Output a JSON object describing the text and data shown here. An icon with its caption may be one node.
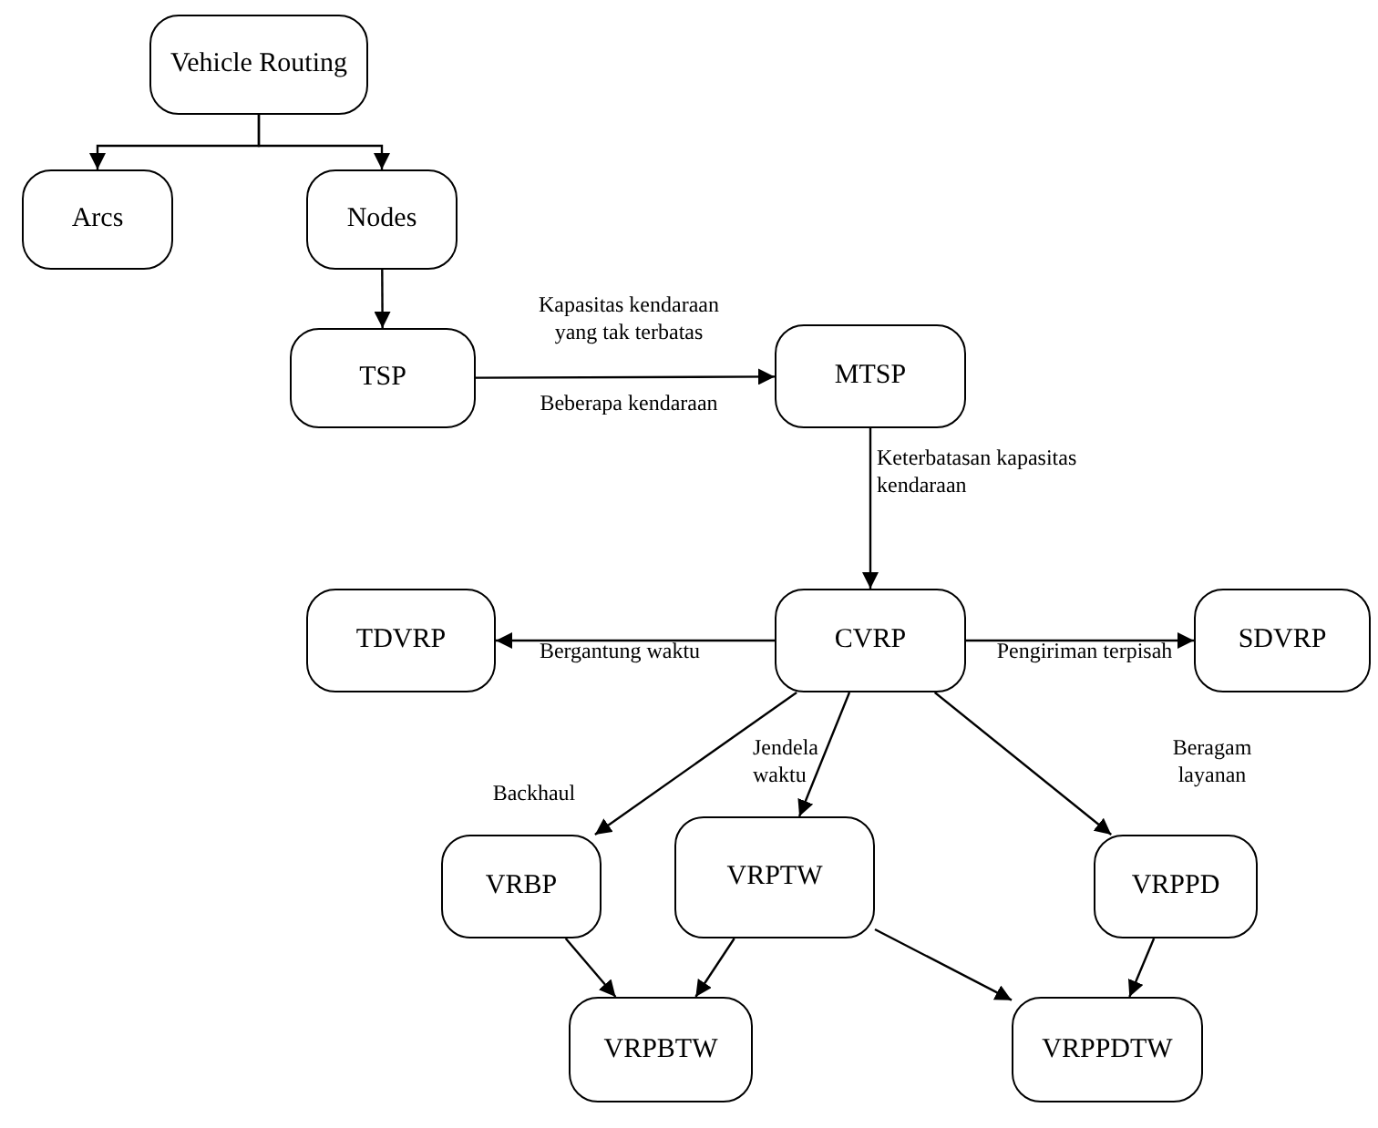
{
  "diagram": {
    "nodes": [
      {
        "text": [
          "Vehicle Routing"
        ]
      },
      {
        "text": [
          "Arcs"
        ]
      },
      {
        "text": [
          "Nodes"
        ]
      },
      {
        "text": [
          "TSP"
        ]
      },
      {
        "text": [
          "MTSP"
        ]
      },
      {
        "text": [
          "TDVRP"
        ]
      },
      {
        "text": [
          "CVRP"
        ]
      },
      {
        "text": [
          "SDVRP"
        ]
      },
      {
        "text": [
          "VRBP"
        ]
      },
      {
        "text": [
          "VRPTW"
        ]
      },
      {
        "text": [
          "VRPPD"
        ]
      },
      {
        "text": [
          "VRPBTW"
        ]
      },
      {
        "text": [
          "VRPPDTW"
        ]
      }
    ],
    "edges": [
      {
        "from": 0,
        "to": 1,
        "arrow": "to"
      },
      {
        "from": 0,
        "to": 2,
        "arrow": "to"
      },
      {
        "from": 2,
        "to": 3,
        "arrow": "to"
      },
      {
        "from": 3,
        "to": 4,
        "arrow": "to",
        "label": "Kapasitas kendaraan yang tak terbatas"
      },
      {
        "from": 4,
        "to": 6,
        "arrow": "to",
        "label": "Keterbatasan kapasitas kendaraan"
      },
      {
        "from": 6,
        "to": 5,
        "arrow": "to",
        "label": "Bergantung waktu"
      },
      {
        "from": 6,
        "to": 7,
        "arrow": "to",
        "label": "Pengiriman terpisah"
      },
      {
        "from": 6,
        "to": 8,
        "arrow": "to",
        "label": "Backhaul"
      },
      {
        "from": 6,
        "to": 9,
        "arrow": "to",
        "label": "Jendela waktu"
      },
      {
        "from": 6,
        "to": 10,
        "arrow": "to",
        "label": "Beragam layanan"
      },
      {
        "from": 8,
        "to": 11,
        "arrow": "to"
      },
      {
        "from": 9,
        "to": 11,
        "arrow": "to"
      },
      {
        "from": 9,
        "to": 12,
        "arrow": "to"
      },
      {
        "from": 10,
        "to": 12,
        "arrow": "to"
      }
    ],
    "labels": [
      "Beberapa kendaraan"
    ]
  }
}
